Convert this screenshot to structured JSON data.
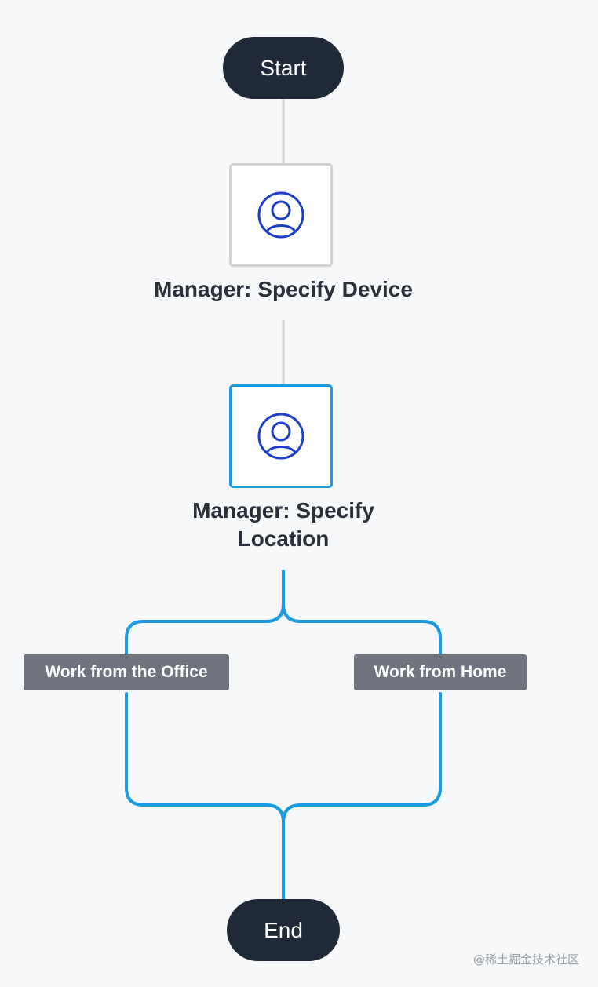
{
  "start": {
    "label": "Start"
  },
  "end": {
    "label": "End"
  },
  "tasks": [
    {
      "label": "Manager: Specify Device",
      "icon": "user-circle-icon",
      "selected": false
    },
    {
      "label": "Manager: Specify Location",
      "icon": "user-circle-icon",
      "selected": true
    }
  ],
  "branches": [
    {
      "label": "Work from the Office"
    },
    {
      "label": "Work from Home"
    }
  ],
  "colors": {
    "terminal": "#1f2937",
    "selected": "#1a9be2",
    "edge": "#d1d1d1",
    "branch_tag": "#6e737d",
    "icon": "#1d3ec9"
  },
  "watermark": "@稀土掘金技术社区"
}
